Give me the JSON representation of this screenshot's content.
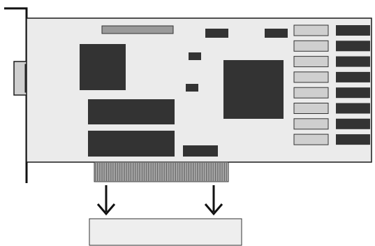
{
  "diagram": {
    "description_text": "",
    "colors": {
      "board": "#ebebeb",
      "chip": "#333333",
      "chip_light": "#cfcfcf",
      "outline": "#1a1a1a",
      "bracket": "#111111",
      "connector": "#555555",
      "slot": "#eeeeee"
    },
    "components": {
      "memory_rows": 8,
      "large_chips": 4,
      "small_chips": 4,
      "arrows": 2
    }
  }
}
